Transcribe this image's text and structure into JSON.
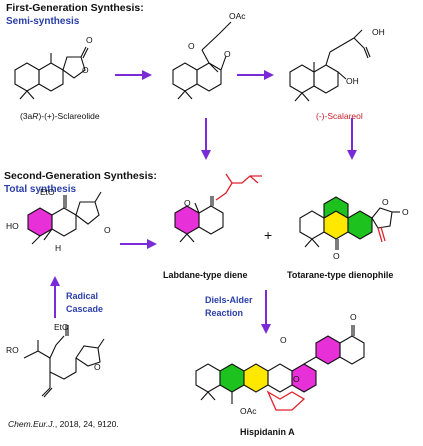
{
  "headings": {
    "first_gen": "First-Generation Synthesis:",
    "semi": "Semi-synthesis",
    "second_gen": "Second-Generation Synthesis:",
    "total": "Total synthesis"
  },
  "compounds": {
    "sclareolide_prefix": "(3a",
    "sclareolide_r": "R",
    "sclareolide_suffix": ")-(+)-Sclareolide",
    "scalareol": "(-)-Scalareol",
    "diene": "Labdane-type diene",
    "dienophile": "Totarane-type dienophile",
    "product": "Hispidanin A"
  },
  "arrows": {
    "radical_line1": "Radical",
    "radical_line2": "Cascade",
    "da_line1": "Diels-Alder",
    "da_line2": "Reaction"
  },
  "plus": "+",
  "atoms": {
    "oac": "OAc",
    "oh": "OH",
    "eto": "EtO",
    "ho": "HO",
    "ro": "RO",
    "o": "O",
    "h": "H"
  },
  "citation": {
    "journal": "Chem.Eur.J.",
    "details": ", 2018, 24, 9120."
  },
  "colors": {
    "purple_arrow": "#7a2bd6",
    "magenta_ring": "#e830d8",
    "green_ring": "#1ec21e",
    "yellow_ring": "#ffe800",
    "blue_text": "#2a3ea8",
    "red_text": "#c8202a",
    "red_bond": "#e0202a"
  }
}
